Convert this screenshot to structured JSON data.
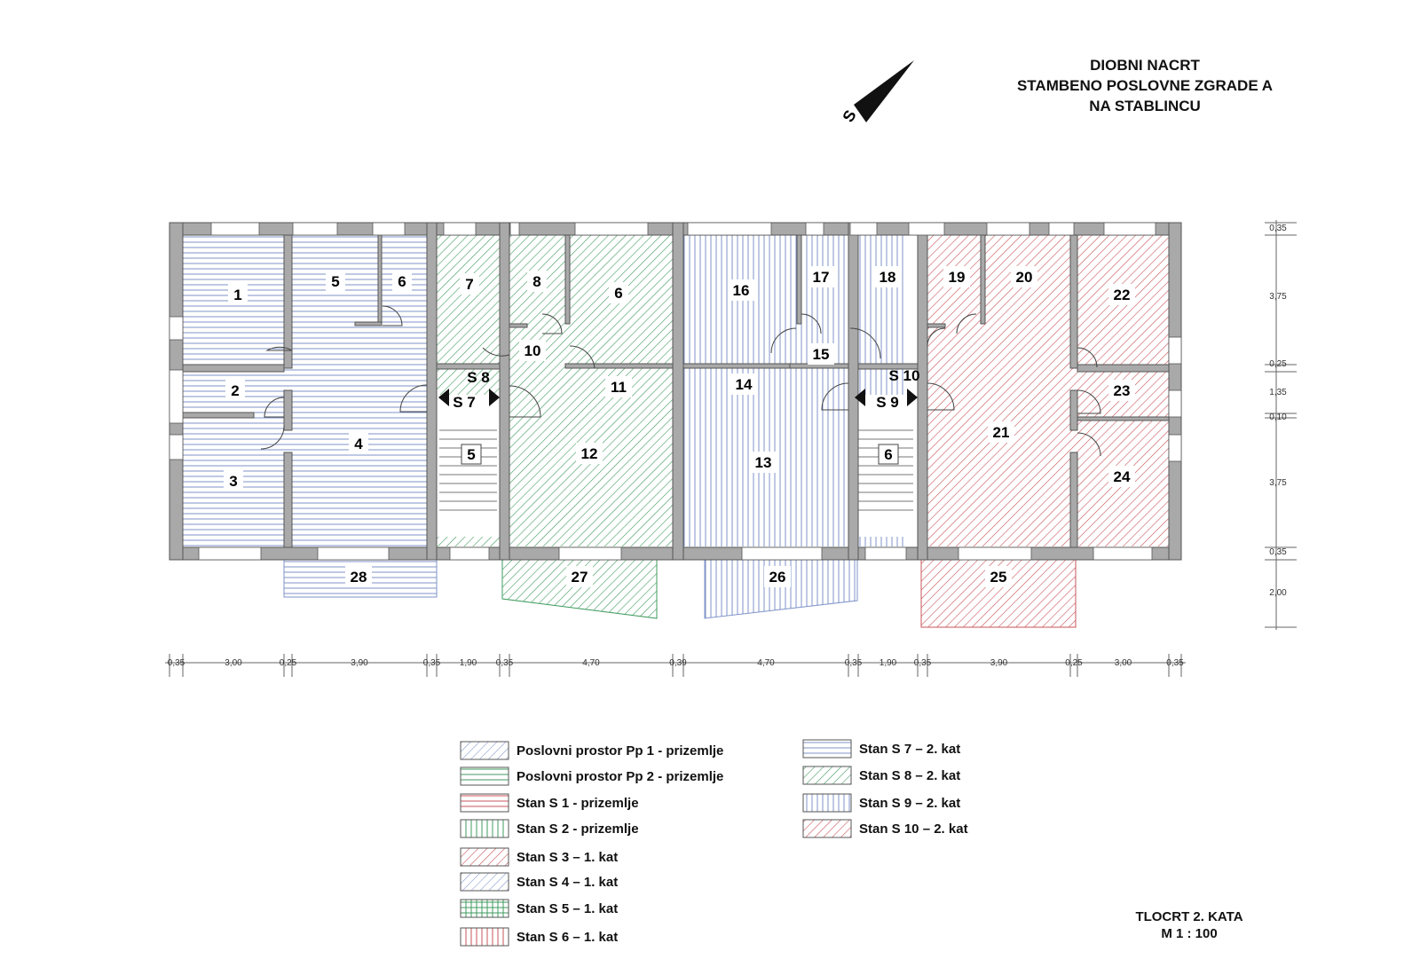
{
  "title": {
    "line1": "DIOBNI NACRT",
    "line2": "STAMBENO POSLOVNE ZGRADE A",
    "line3": "NA STABLINCU"
  },
  "north_arrow": {
    "label": "S",
    "icon": "north-arrow-icon"
  },
  "plan": {
    "rooms": [
      {
        "label": "1",
        "unit": "S7"
      },
      {
        "label": "2",
        "unit": "S7"
      },
      {
        "label": "3",
        "unit": "S7"
      },
      {
        "label": "4",
        "unit": "S7"
      },
      {
        "label": "5",
        "unit": "S7"
      },
      {
        "label": "6",
        "unit": "S7"
      },
      {
        "label": "7",
        "unit": "S8"
      },
      {
        "label": "8",
        "unit": "S8"
      },
      {
        "label": "6",
        "unit": "S8"
      },
      {
        "label": "10",
        "unit": "S8"
      },
      {
        "label": "11",
        "unit": "S8"
      },
      {
        "label": "12",
        "unit": "S8"
      },
      {
        "label": "16",
        "unit": "S9"
      },
      {
        "label": "17",
        "unit": "S9"
      },
      {
        "label": "18",
        "unit": "S9"
      },
      {
        "label": "15",
        "unit": "S9"
      },
      {
        "label": "14",
        "unit": "S9"
      },
      {
        "label": "13",
        "unit": "S9"
      },
      {
        "label": "19",
        "unit": "S10"
      },
      {
        "label": "20",
        "unit": "S10"
      },
      {
        "label": "22",
        "unit": "S10"
      },
      {
        "label": "23",
        "unit": "S10"
      },
      {
        "label": "21",
        "unit": "S10"
      },
      {
        "label": "24",
        "unit": "S10"
      },
      {
        "label": "28",
        "unit": "S7"
      },
      {
        "label": "27",
        "unit": "S8"
      },
      {
        "label": "26",
        "unit": "S9"
      },
      {
        "label": "25",
        "unit": "S10"
      }
    ],
    "stairs": [
      {
        "label": "5"
      },
      {
        "label": "6"
      }
    ],
    "entrances": [
      {
        "top": "S 8",
        "bottom": "S 7"
      },
      {
        "top": "S 10",
        "bottom": "S 9"
      }
    ],
    "dims_bottom": [
      "0,35",
      "3,00",
      "0,25",
      "3,90",
      "0,35",
      "1,90",
      "0,35",
      "4,70",
      "0,39",
      "4,70",
      "0,35",
      "1,90",
      "0,35",
      "3,90",
      "0,25",
      "3,00",
      "0,35"
    ],
    "dims_right": [
      "0,35",
      "3,75",
      "0,25",
      "1,35",
      "0,10",
      "3,75",
      "0,35",
      "2,00"
    ]
  },
  "legend": {
    "left": [
      {
        "label": "Poslovni prostor Pp 1 - prizemlje",
        "pattern": "diag-blue"
      },
      {
        "label": "Poslovni prostor Pp 2 - prizemlje",
        "pattern": "horiz-green"
      },
      {
        "label": "Stan S 1 - prizemlje",
        "pattern": "horiz-red"
      },
      {
        "label": "Stan S 2 - prizemlje",
        "pattern": "vert-green"
      },
      {
        "label": "Stan S 3 – 1. kat",
        "pattern": "diag-red"
      },
      {
        "label": "Stan S 4 – 1. kat",
        "pattern": "diag-blue"
      },
      {
        "label": "Stan S 5 – 1. kat",
        "pattern": "grid-green"
      },
      {
        "label": "Stan S 6 – 1. kat",
        "pattern": "vert-red"
      }
    ],
    "right": [
      {
        "label": "Stan S 7 – 2. kat",
        "pattern": "horiz-blue"
      },
      {
        "label": "Stan S 8 – 2. kat",
        "pattern": "diag-green"
      },
      {
        "label": "Stan S 9 – 2. kat",
        "pattern": "vert-blue"
      },
      {
        "label": "Stan S 10 – 2. kat",
        "pattern": "diag-red"
      }
    ]
  },
  "footer": {
    "line1": "TLOCRT 2. KATA",
    "line2": "M 1 : 100"
  },
  "colors": {
    "wall": "#a9a9a9",
    "wall_stroke": "#555555",
    "blue": "#7f93c9",
    "green": "#3f9b5f",
    "red": "#c8545a"
  }
}
